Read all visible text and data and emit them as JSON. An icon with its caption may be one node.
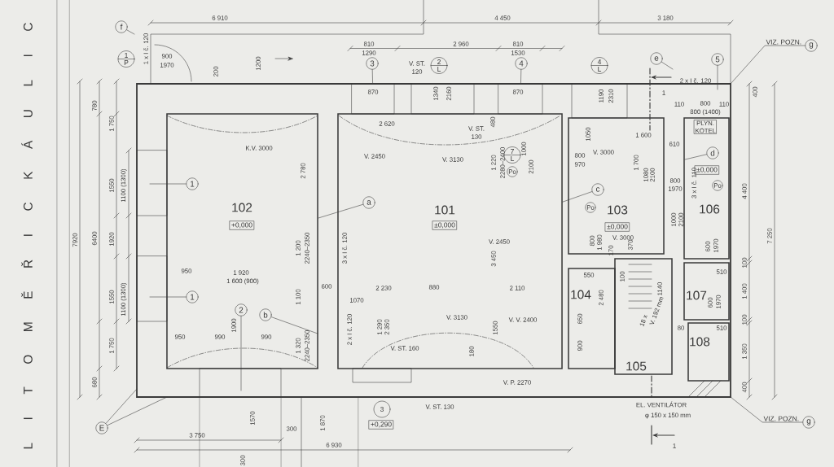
{
  "diagram": {
    "nodes": [
      {
        "text": [
          "102"
        ]
      },
      {
        "text": [
          "+0,000"
        ],
        "in": 0
      },
      {
        "text": [
          "101"
        ]
      },
      {
        "text": [
          "±0,000"
        ],
        "in": 2
      },
      {
        "text": [
          "103"
        ]
      },
      {
        "text": [
          "±0,000"
        ],
        "in": 4
      },
      {
        "text": [
          "104"
        ]
      },
      {
        "text": [
          "105"
        ]
      },
      {
        "text": [
          "106"
        ]
      },
      {
        "text": [
          "±0,000"
        ],
        "in": 8
      },
      {
        "text": [
          "PLYN. KOTEL"
        ],
        "in": 8
      },
      {
        "text": [
          "107"
        ]
      },
      {
        "text": [
          "108"
        ]
      },
      {
        "text": [
          "+0,290"
        ]
      },
      {
        "text": [
          "1"
        ],
        "in": 0
      },
      {
        "text": [
          "1"
        ],
        "in": 0
      },
      {
        "text": [
          "2"
        ],
        "in": 0
      },
      {
        "text": [
          "3"
        ]
      },
      {
        "text": [
          "4"
        ]
      },
      {
        "text": [
          "5"
        ]
      },
      {
        "text": [
          "a"
        ],
        "in": 2
      },
      {
        "text": [
          "b"
        ],
        "in": 0
      },
      {
        "text": [
          "c"
        ],
        "in": 4
      },
      {
        "text": [
          "d"
        ],
        "in": 8
      },
      {
        "text": [
          "e"
        ]
      },
      {
        "text": [
          "f"
        ]
      },
      {
        "text": [
          "E"
        ]
      },
      {
        "text": [
          "g"
        ],
        "beside": [
          "VIZ. POZN."
        ]
      },
      {
        "text": [
          "g"
        ],
        "beside": [
          "VIZ. POZN."
        ]
      },
      {
        "text": [
          "870"
        ]
      },
      {
        "text": [
          "870"
        ]
      }
    ],
    "edges": [
      {
        "from": 14,
        "to": null,
        "arrow": "none"
      },
      {
        "from": 15,
        "to": null,
        "arrow": "none"
      },
      {
        "from": 16,
        "to": null,
        "arrow": "none"
      },
      {
        "from": 17,
        "to": 29,
        "arrow": "none"
      },
      {
        "from": 18,
        "to": 30,
        "arrow": "none"
      },
      {
        "from": 19,
        "to": null,
        "arrow": "none"
      },
      {
        "from": 20,
        "to": 0,
        "arrow": "none"
      },
      {
        "from": 21,
        "to": null,
        "arrow": "none"
      },
      {
        "from": 22,
        "to": 2,
        "arrow": "none"
      },
      {
        "from": 23,
        "to": null,
        "arrow": "none"
      },
      {
        "from": 24,
        "to": null,
        "arrow": "none"
      },
      {
        "from": 25,
        "to": null,
        "arrow": "none"
      },
      {
        "from": 26,
        "to": null,
        "arrow": "none"
      },
      {
        "from": 26,
        "to": null,
        "arrow": "none"
      },
      {
        "from": 27,
        "to": null,
        "arrow": "none"
      },
      {
        "from": 28,
        "to": null,
        "arrow": "none"
      }
    ],
    "labels": [
      "L I T O M Ě Ř I C K Á U L I C",
      "6 910",
      "4 450",
      "3 180",
      "1 x I č. 120",
      "900",
      "1970",
      "1200",
      "200",
      "810",
      "1290",
      "2 960",
      "810",
      "1530",
      "V. ST.",
      "120",
      "1340",
      "2160",
      "1190",
      "2310",
      "2 x I č. 120",
      "110",
      "800",
      "800 (1400)",
      "110",
      "400",
      "780",
      "1 750",
      "1550",
      "1100 (1300)",
      "7920",
      "6400",
      "1920",
      "1550",
      "1100 (1300)",
      "1 750",
      "680",
      "4 400",
      "7 250",
      "100",
      "1 400",
      "100",
      "1 350",
      "400",
      "K.V. 3000",
      "2 780",
      "950",
      "1 920",
      "1 600 (900)",
      "950",
      "990",
      "1900",
      "990",
      "1 100",
      "1 200",
      "2240–2350",
      "1 320",
      "2240–2350",
      "600",
      "2 620",
      "V. ST.",
      "130",
      "480",
      "V. 3130",
      "V. 2450",
      "1 220",
      "2280–2400",
      "1000",
      "2100",
      "3 450",
      "V. 2450",
      "2 230",
      "880",
      "2 110",
      "1070",
      "1 290",
      "2 350",
      "V. 3130",
      "V. V. 2400",
      "1550",
      "V. ST. 160",
      "180",
      "2 x I č. 120",
      "3 x I č. 120",
      "V. ST. 130",
      "V. P. 2270",
      "1050",
      "V. 3000",
      "800",
      "970",
      "1 600",
      "610",
      "1 700",
      "1080",
      "2100",
      "V. 3000",
      "1000",
      "2100",
      "3 x I č. 110",
      "800",
      "1970",
      "800",
      "1 980",
      "170",
      "370",
      "550",
      "2 480",
      "650",
      "100",
      "900",
      "1140",
      "18 x",
      "V. 192 mm",
      "80",
      "510",
      "600",
      "1970",
      "600",
      "1970",
      "510",
      "3 750",
      "1570",
      "300",
      "1 870",
      "6 930",
      "300",
      "EL. VENTILÁTOR",
      "φ 150 x 150 mm",
      "1",
      "1",
      "1",
      "P",
      "2",
      "L",
      "4",
      "L",
      "7",
      "L",
      "3",
      "Po",
      "Po",
      "Po"
    ]
  }
}
